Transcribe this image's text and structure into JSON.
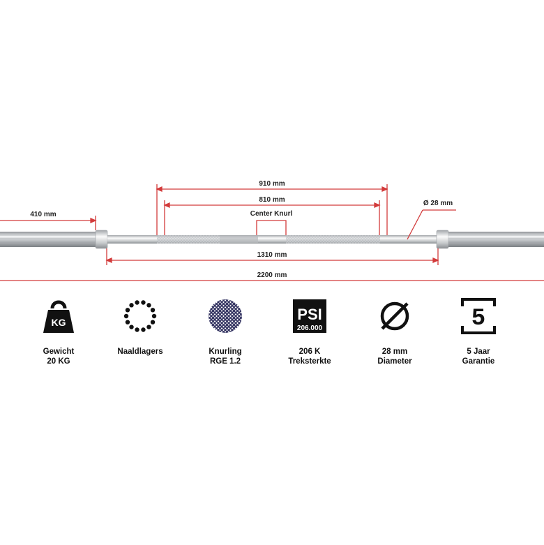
{
  "colors": {
    "dimension_line": "#d23a3a",
    "bar_steel": "#c8cbce",
    "icon": "#111111",
    "knurl": "#3a3a6a"
  },
  "dimensions": {
    "overall": "2200 mm",
    "shaft": "1310 mm",
    "grip_outer": "910 mm",
    "grip_inner": "810 mm",
    "sleeve": "410 mm",
    "center_knurl": "Center Knurl",
    "diameter": "Ø 28 mm"
  },
  "features": [
    {
      "icon": "kettlebell-weight-icon",
      "icon_text": "KG",
      "line1": "Gewicht",
      "line2": "20 KG"
    },
    {
      "icon": "needle-bearing-icon",
      "line1": "Naaldlagers",
      "line2": ""
    },
    {
      "icon": "knurling-pattern-icon",
      "line1": "Knurling",
      "line2": "RGE 1.2"
    },
    {
      "icon": "psi-badge-icon",
      "icon_text": "PSI",
      "icon_subtext": "206.000",
      "line1": "206 K",
      "line2": "Treksterkte"
    },
    {
      "icon": "diameter-icon",
      "line1": "28 mm",
      "line2": "Diameter"
    },
    {
      "icon": "warranty-5-icon",
      "icon_text": "5",
      "line1": "5 Jaar",
      "line2": "Garantie"
    }
  ]
}
